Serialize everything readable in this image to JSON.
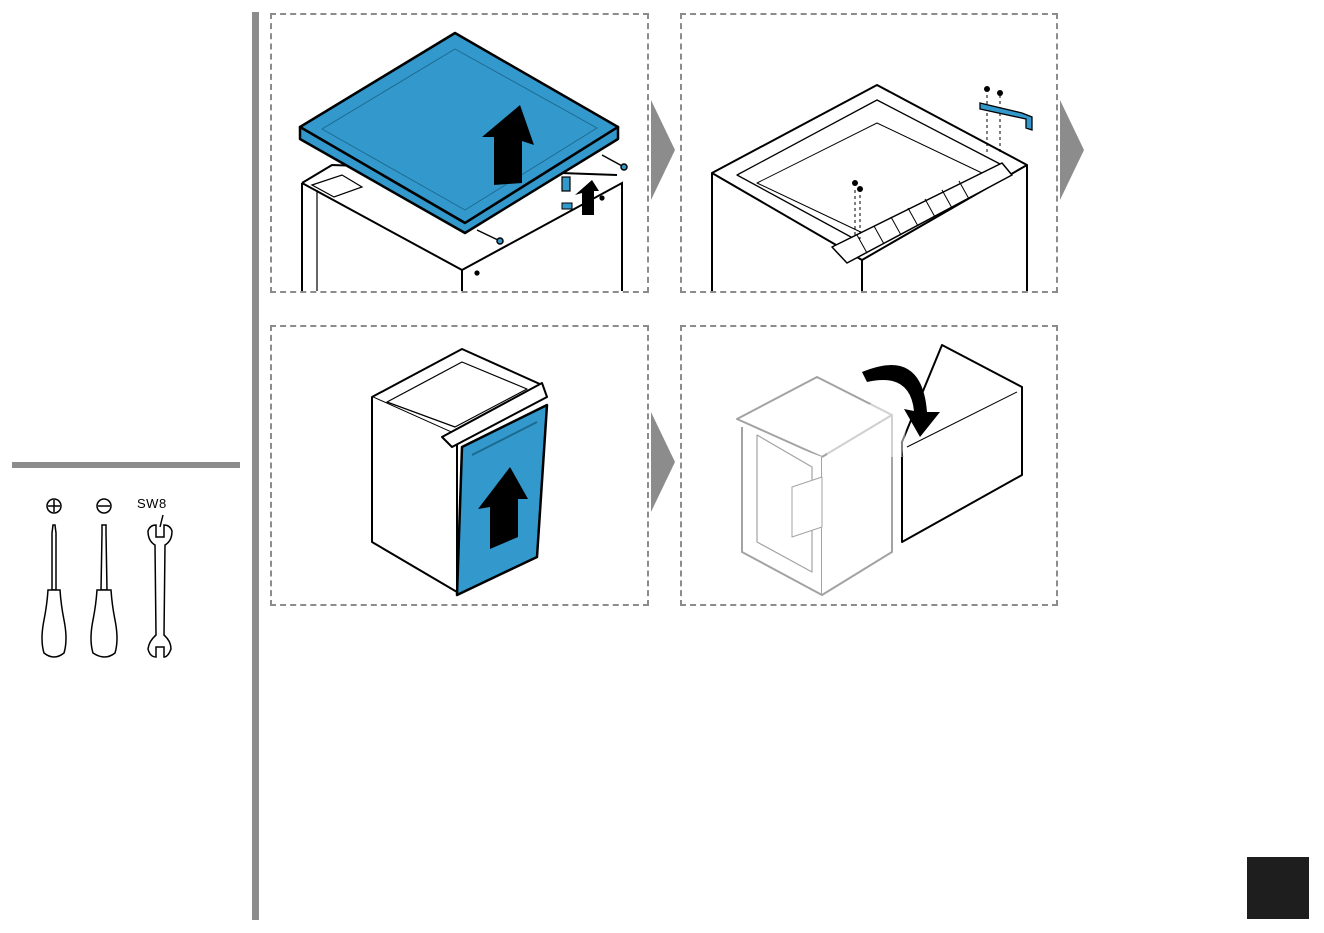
{
  "tools": {
    "wrench_label": "SW8",
    "icons": [
      "phillips-screwdriver-icon",
      "flat-screwdriver-icon",
      "wrench-icon"
    ]
  },
  "colors": {
    "accent": "#3399cc",
    "divider": "#8c8c8c",
    "dark": "#1e1e1e"
  },
  "steps": [
    {
      "id": 1,
      "description_icon": "lift-lid-off-cabinet"
    },
    {
      "id": 2,
      "description_icon": "screw-hinge-bracket"
    },
    {
      "id": 3,
      "description_icon": "lift-door-up"
    },
    {
      "id": 4,
      "description_icon": "turn-cabinet-over"
    }
  ]
}
